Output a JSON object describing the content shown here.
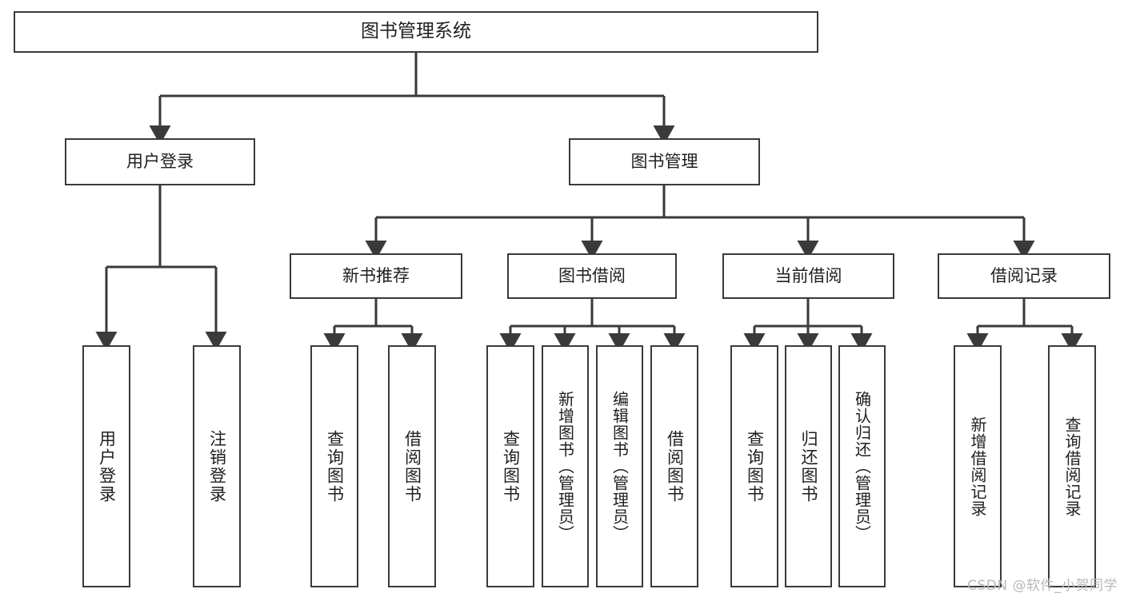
{
  "diagram": {
    "title": "图书管理系统",
    "type": "function-structure-tree",
    "root": {
      "label": "图书管理系统"
    },
    "level2": [
      {
        "label": "用户登录"
      },
      {
        "label": "图书管理"
      }
    ],
    "level3": [
      {
        "label": "新书推荐"
      },
      {
        "label": "图书借阅"
      },
      {
        "label": "当前借阅"
      },
      {
        "label": "借阅记录"
      }
    ],
    "leaves": {
      "user_login": [
        {
          "label": "用户登录"
        },
        {
          "label": "注销登录"
        }
      ],
      "new_book": [
        {
          "label": "查询图书"
        },
        {
          "label": "借阅图书"
        }
      ],
      "book_borrow": [
        {
          "label": "查询图书"
        },
        {
          "label": "新增图书（管理员）"
        },
        {
          "label": "编辑图书（管理员）"
        },
        {
          "label": "借阅图书"
        }
      ],
      "current_borrow": [
        {
          "label": "查询图书"
        },
        {
          "label": "归还图书"
        },
        {
          "label": "确认归还（管理员）"
        }
      ],
      "borrow_record": [
        {
          "label": "新增借阅记录"
        },
        {
          "label": "查询借阅记录"
        }
      ]
    }
  },
  "watermark": {
    "text": "CSDN @软件_小贺同学"
  },
  "colors": {
    "box_border": "#3a3a3a",
    "box_fill": "#ffffff",
    "line": "#3a3a3a",
    "text": "#1f1f1f",
    "watermark": "#b8b8b8"
  }
}
